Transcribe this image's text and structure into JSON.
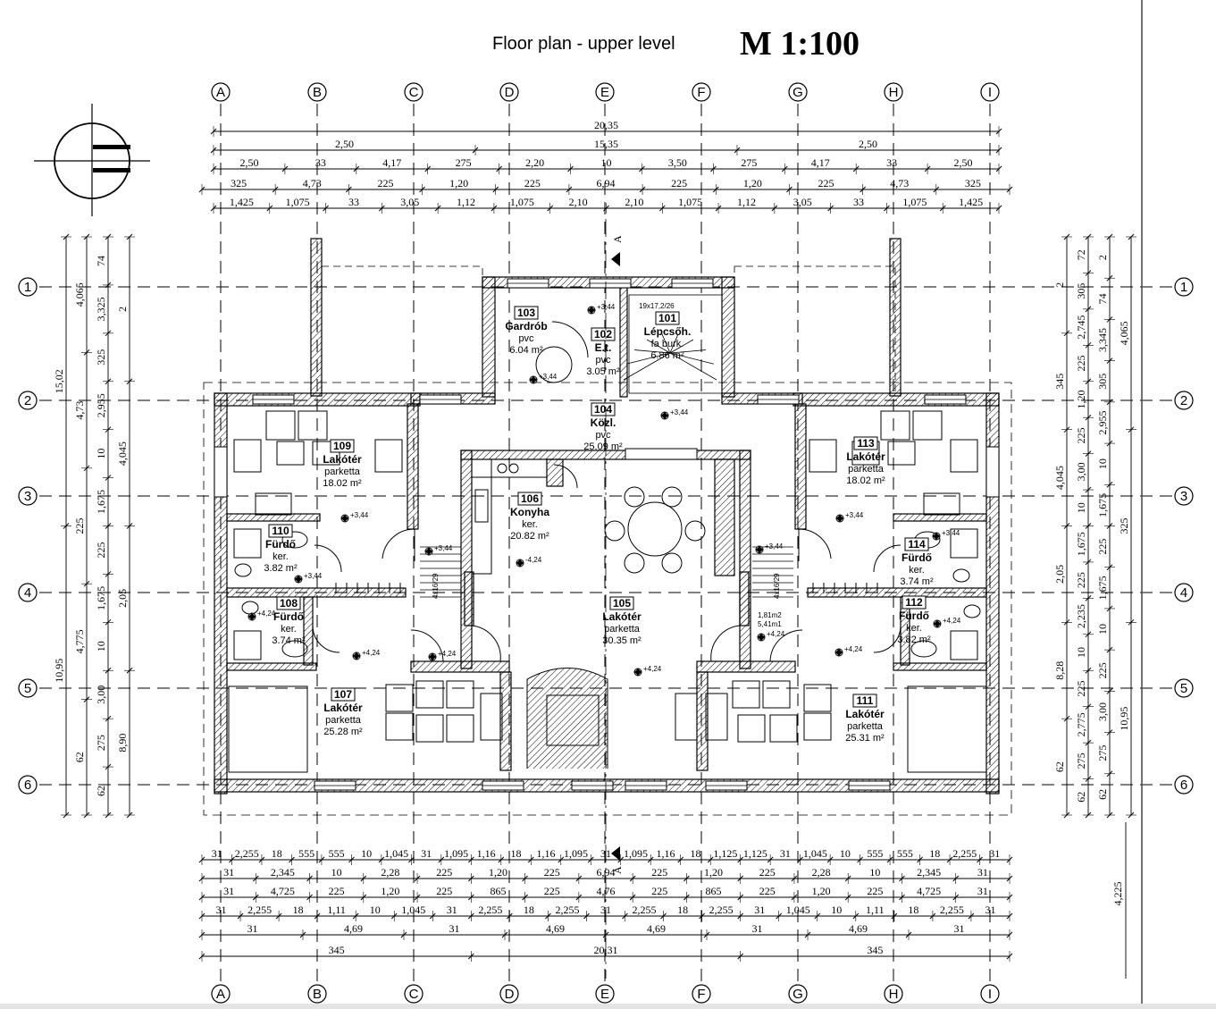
{
  "header": {
    "title": "Floor plan - upper level",
    "scale": "M 1:100"
  },
  "grid": {
    "columns": [
      "A",
      "B",
      "C",
      "D",
      "E",
      "F",
      "G",
      "H",
      "I"
    ],
    "rows": [
      "1",
      "2",
      "3",
      "4",
      "5",
      "6"
    ]
  },
  "rooms": [
    {
      "num": "101",
      "name": "Lépcsőh.",
      "floor": "fa burk.",
      "area": "6.86 m²"
    },
    {
      "num": "102",
      "name": "E.t.",
      "floor": "pvc",
      "area": "3.05 m²"
    },
    {
      "num": "103",
      "name": "Gardrób",
      "floor": "pvc",
      "area": "6.04 m²"
    },
    {
      "num": "104",
      "name": "Közl.",
      "floor": "pvc",
      "area": "25.09 m²"
    },
    {
      "num": "105",
      "name": "Lakótér",
      "floor": "parketta",
      "area": "30.35 m²"
    },
    {
      "num": "106",
      "name": "Konyha",
      "floor": "ker.",
      "area": "20.82 m²"
    },
    {
      "num": "107",
      "name": "Lakótér",
      "floor": "parketta",
      "area": "25.28 m²"
    },
    {
      "num": "108",
      "name": "Fürdő",
      "floor": "ker.",
      "area": "3.74 m²"
    },
    {
      "num": "109",
      "name": "Lakótér",
      "floor": "parketta",
      "area": "18.02 m²"
    },
    {
      "num": "110",
      "name": "Fürdő",
      "floor": "ker.",
      "area": "3.82 m²"
    },
    {
      "num": "111",
      "name": "Lakótér",
      "floor": "parketta",
      "area": "25.31 m²"
    },
    {
      "num": "112",
      "name": "Fürdő",
      "floor": "ker.",
      "area": "3.82 m²"
    },
    {
      "num": "113",
      "name": "Lakótér",
      "floor": "parketta",
      "area": "18.02 m²"
    },
    {
      "num": "114",
      "name": "Fürdő",
      "floor": "ker.",
      "area": "3.74 m²"
    }
  ],
  "levels": [
    "+3,44",
    "+4,24",
    "-4,24"
  ],
  "stair": {
    "label": "19x17,2/26",
    "left_stair": "4x16/29",
    "right_stair": "4x16/29",
    "area_note_1": "1,81m2",
    "area_note_2": "5,41m1"
  },
  "section_marker": "A",
  "dims_top": {
    "overall": "20,35",
    "r2": [
      "2,50",
      "15,35",
      "2,50"
    ],
    "r3": [
      "2,50",
      "33",
      "4,17",
      "275",
      "2,20",
      "10",
      "3,50",
      "275",
      "4,17",
      "33",
      "2,50"
    ],
    "r4": [
      "325",
      "4,73",
      "225",
      "1,20",
      "225",
      "6,94",
      "225",
      "1,20",
      "225",
      "4,73",
      "325"
    ],
    "r5": [
      "1,425",
      "1,075",
      "33",
      "3,05",
      "1,12",
      "1,075",
      "2,10",
      "2,10",
      "1,075",
      "1,12",
      "3,05",
      "33",
      "1,075",
      "1,425"
    ]
  },
  "dims_bottom": {
    "r1": [
      "31",
      "2,255",
      "18",
      "555",
      "555",
      "10",
      "1,045",
      "31",
      "1,095",
      "1,16",
      "18",
      "1,16",
      "1,095",
      "31",
      "1,095",
      "1,16",
      "18",
      "1,125",
      "1,125",
      "31",
      "1,045",
      "10",
      "555",
      "555",
      "18",
      "2,255",
      "31"
    ],
    "r2": [
      "31",
      "2,345",
      "10",
      "2,28",
      "225",
      "1,20",
      "225",
      "6,94",
      "225",
      "1,20",
      "225",
      "2,28",
      "10",
      "2,345",
      "31"
    ],
    "r3": [
      "31",
      "4,725",
      "225",
      "1,20",
      "225",
      "865",
      "225",
      "4,76",
      "225",
      "865",
      "225",
      "1,20",
      "225",
      "4,725",
      "31"
    ],
    "r4": [
      "31",
      "2,255",
      "18",
      "1,11",
      "10",
      "1,045",
      "31",
      "2,255",
      "18",
      "2,255",
      "31",
      "2,255",
      "18",
      "2,255",
      "31",
      "1,045",
      "10",
      "1,11",
      "18",
      "2,255",
      "31"
    ],
    "r5": [
      "31",
      "4,69",
      "31",
      "4,69",
      "4,69",
      "31",
      "4,69",
      "31"
    ],
    "overall": [
      "345",
      "20,31",
      "345"
    ]
  },
  "dims_left": {
    "c1": [
      "15,02",
      "10,95"
    ],
    "c2": [
      "4,065",
      "4,73",
      "225",
      "4,775",
      "62"
    ],
    "c3": [
      "74",
      "3,325",
      "325",
      "2,955",
      "10",
      "1,675",
      "225",
      "1,675",
      "10",
      "3,00",
      "275",
      "62"
    ],
    "c4": [
      "2",
      "4,045",
      "2,05",
      "8,90"
    ]
  },
  "dims_right": {
    "c1": [
      "2",
      "345",
      "4,045",
      "2,05",
      "8,28",
      "62"
    ],
    "c2": [
      "72",
      "305",
      "2,745",
      "225",
      "1,20",
      "225",
      "3,00",
      "10",
      "1,675",
      "225",
      "2,235",
      "10",
      "225",
      "2,775",
      "275",
      "62"
    ],
    "c3": [
      "2",
      "74",
      "3,345",
      "305",
      "2,955",
      "10",
      "1,675",
      "225",
      "1,675",
      "10",
      "225",
      "3,00",
      "275",
      "62"
    ],
    "c4": [
      "4,065",
      "325",
      "10,95"
    ],
    "extra": "4,225"
  }
}
